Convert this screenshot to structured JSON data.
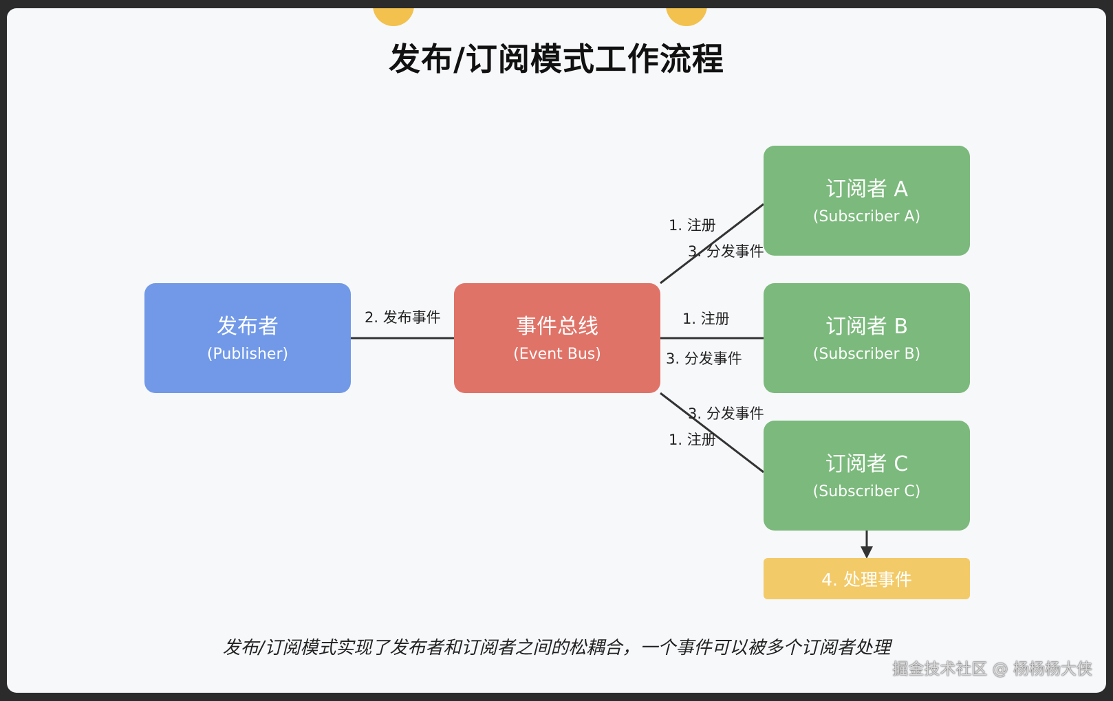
{
  "title": "发布/订阅模式工作流程",
  "nodes": {
    "publisher": {
      "main": "发布者",
      "sub": "(Publisher)"
    },
    "event_bus": {
      "main": "事件总线",
      "sub": "(Event Bus)"
    },
    "subscriber_a": {
      "main": "订阅者 A",
      "sub": "(Subscriber A)"
    },
    "subscriber_b": {
      "main": "订阅者 B",
      "sub": "(Subscriber B)"
    },
    "subscriber_c": {
      "main": "订阅者 C",
      "sub": "(Subscriber C)"
    },
    "process": {
      "main": "4. 处理事件"
    }
  },
  "edge_labels": {
    "publish": "2. 发布事件",
    "a_register": "1. 注册",
    "a_dispatch": "3. 分发事件",
    "b_register": "1. 注册",
    "b_dispatch": "3. 分发事件",
    "c_dispatch": "3. 分发事件",
    "c_register": "1. 注册"
  },
  "caption": "发布/订阅模式实现了发布者和订阅者之间的松耦合，一个事件可以被多个订阅者处理",
  "watermark": "掘金技术社区 @ 杨杨杨大侠",
  "colors": {
    "publisher": "#7199e8",
    "event_bus": "#e07368",
    "subscriber": "#7bb97c",
    "process": "#f3ca68",
    "decoration": "#f2c14e"
  }
}
